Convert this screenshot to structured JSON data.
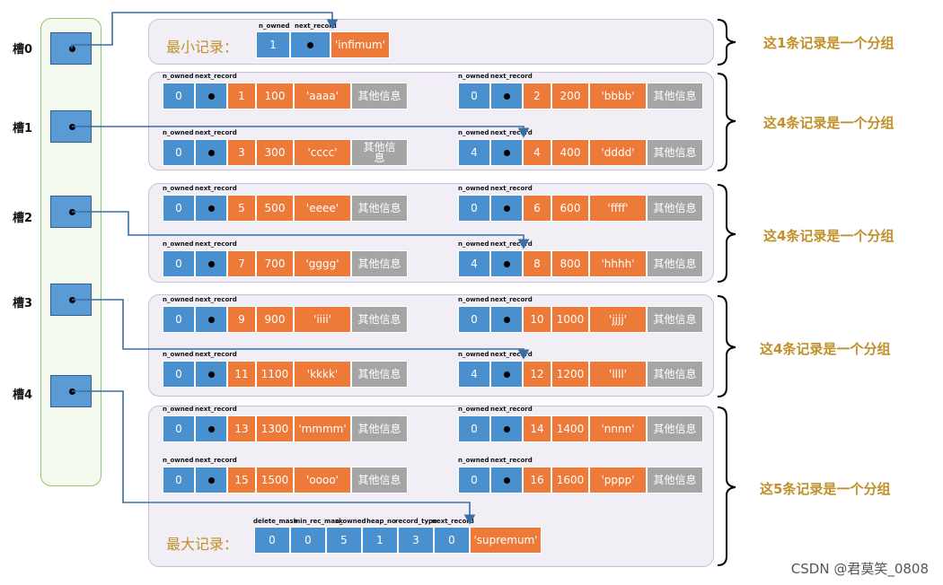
{
  "slots": [
    {
      "label": "槽0"
    },
    {
      "label": "槽1"
    },
    {
      "label": "槽2"
    },
    {
      "label": "槽3"
    },
    {
      "label": "槽4"
    }
  ],
  "field_names": {
    "n_owned": "n_owned",
    "next_record": "next_record",
    "delete_mask": "delete_mask",
    "min_rec_mask": "min_rec_mask",
    "heap_no": "heap_no",
    "record_type": "record_type"
  },
  "infimum": {
    "label": "最小记录：",
    "n_owned": "1",
    "value": "'infimum'"
  },
  "supremum": {
    "label": "最大记录：",
    "delete_mask": "0",
    "min_rec_mask": "0",
    "n_owned": "5",
    "heap_no": "1",
    "record_type": "3",
    "next_record": "0",
    "value": "'supremum'"
  },
  "other_info": "其他信息",
  "other_info_wrapped": "其他信\n息",
  "records": [
    {
      "n_owned": "0",
      "id": "1",
      "num": "100",
      "str": "'aaaa'"
    },
    {
      "n_owned": "0",
      "id": "2",
      "num": "200",
      "str": "'bbbb'"
    },
    {
      "n_owned": "0",
      "id": "3",
      "num": "300",
      "str": "'cccc'"
    },
    {
      "n_owned": "4",
      "id": "4",
      "num": "400",
      "str": "'dddd'"
    },
    {
      "n_owned": "0",
      "id": "5",
      "num": "500",
      "str": "'eeee'"
    },
    {
      "n_owned": "0",
      "id": "6",
      "num": "600",
      "str": "'ffff'"
    },
    {
      "n_owned": "0",
      "id": "7",
      "num": "700",
      "str": "'gggg'"
    },
    {
      "n_owned": "4",
      "id": "8",
      "num": "800",
      "str": "'hhhh'"
    },
    {
      "n_owned": "0",
      "id": "9",
      "num": "900",
      "str": "'iiii'"
    },
    {
      "n_owned": "0",
      "id": "10",
      "num": "1000",
      "str": "'jjjj'"
    },
    {
      "n_owned": "0",
      "id": "11",
      "num": "1100",
      "str": "'kkkk'"
    },
    {
      "n_owned": "4",
      "id": "12",
      "num": "1200",
      "str": "'llll'"
    },
    {
      "n_owned": "0",
      "id": "13",
      "num": "1300",
      "str": "'mmmm'"
    },
    {
      "n_owned": "0",
      "id": "14",
      "num": "1400",
      "str": "'nnnn'"
    },
    {
      "n_owned": "0",
      "id": "15",
      "num": "1500",
      "str": "'oooo'"
    },
    {
      "n_owned": "0",
      "id": "16",
      "num": "1600",
      "str": "'pppp'"
    }
  ],
  "group_notes": [
    "这1条记录是一个分组",
    "这4条记录是一个分组",
    "这4条记录是一个分组",
    "这4条记录是一个分组",
    "这5条记录是一个分组"
  ],
  "watermark": "CSDN @君莫笑_0808",
  "colors": {
    "slot_blue": "#5b9bd5",
    "field_blue": "#4a8fce",
    "data_orange": "#ee7a3a",
    "info_grey": "#a5a5a5",
    "arrow": "#3a6ea5",
    "note_gold": "#c0902a"
  }
}
